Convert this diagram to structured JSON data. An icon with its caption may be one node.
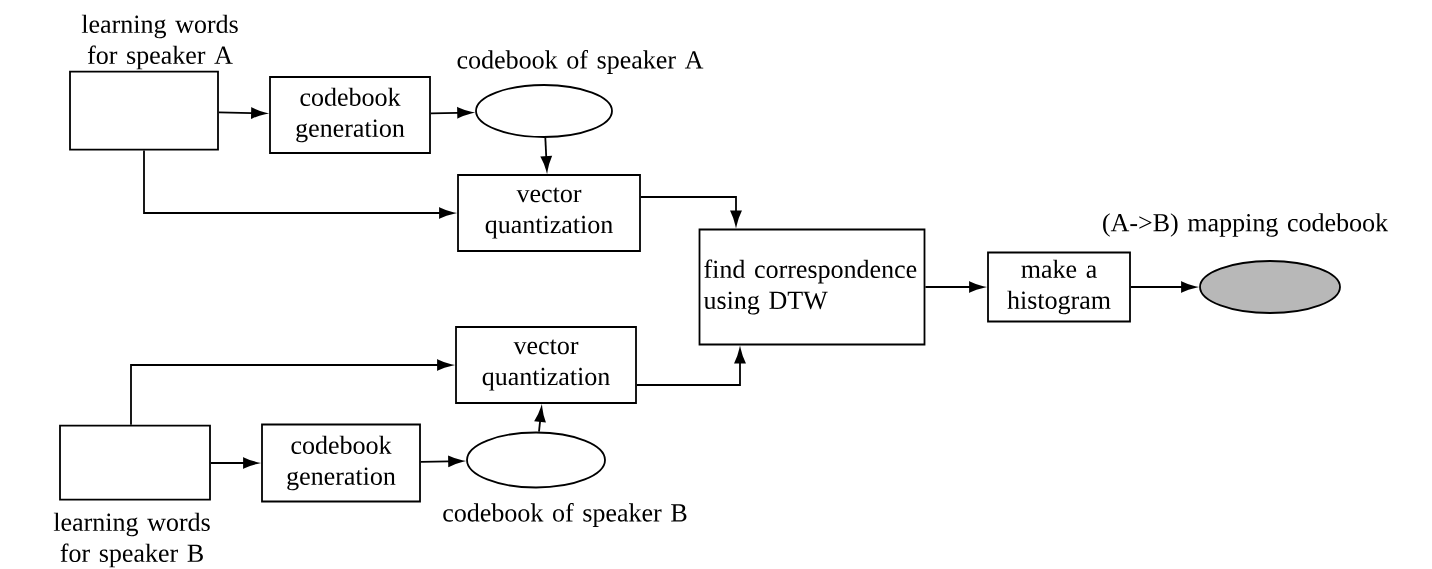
{
  "diagram": {
    "nodes": [
      {
        "text": [
          "learning words for speaker A"
        ]
      },
      {
        "text": [
          "codebook generation"
        ]
      },
      {
        "text": [
          "codebook of speaker A"
        ]
      },
      {
        "text": [
          "vector quantization"
        ]
      },
      {
        "text": [
          "find correspondence using DTW"
        ]
      },
      {
        "text": [
          "make a histogram"
        ]
      },
      {
        "text": [
          "(A->B) mapping codebook"
        ]
      },
      {
        "text": [
          "vector quantization"
        ]
      },
      {
        "text": [
          "learning words for speaker B"
        ]
      },
      {
        "text": [
          "codebook generation"
        ]
      },
      {
        "text": [
          "codebook of speaker B"
        ]
      }
    ],
    "edges": [
      {
        "from": 0,
        "to": 1,
        "arrow": "to"
      },
      {
        "from": 1,
        "to": 2,
        "arrow": "to"
      },
      {
        "from": 2,
        "to": 3,
        "arrow": "to"
      },
      {
        "from": 0,
        "to": 3,
        "arrow": "to"
      },
      {
        "from": 3,
        "to": 4,
        "arrow": "to"
      },
      {
        "from": 4,
        "to": 5,
        "arrow": "to"
      },
      {
        "from": 5,
        "to": 6,
        "arrow": "to"
      },
      {
        "from": 8,
        "to": 7,
        "arrow": "to"
      },
      {
        "from": 8,
        "to": 9,
        "arrow": "to"
      },
      {
        "from": 9,
        "to": 10,
        "arrow": "to"
      },
      {
        "from": 10,
        "to": 7,
        "arrow": "to"
      },
      {
        "from": 7,
        "to": 4,
        "arrow": "to"
      }
    ]
  }
}
